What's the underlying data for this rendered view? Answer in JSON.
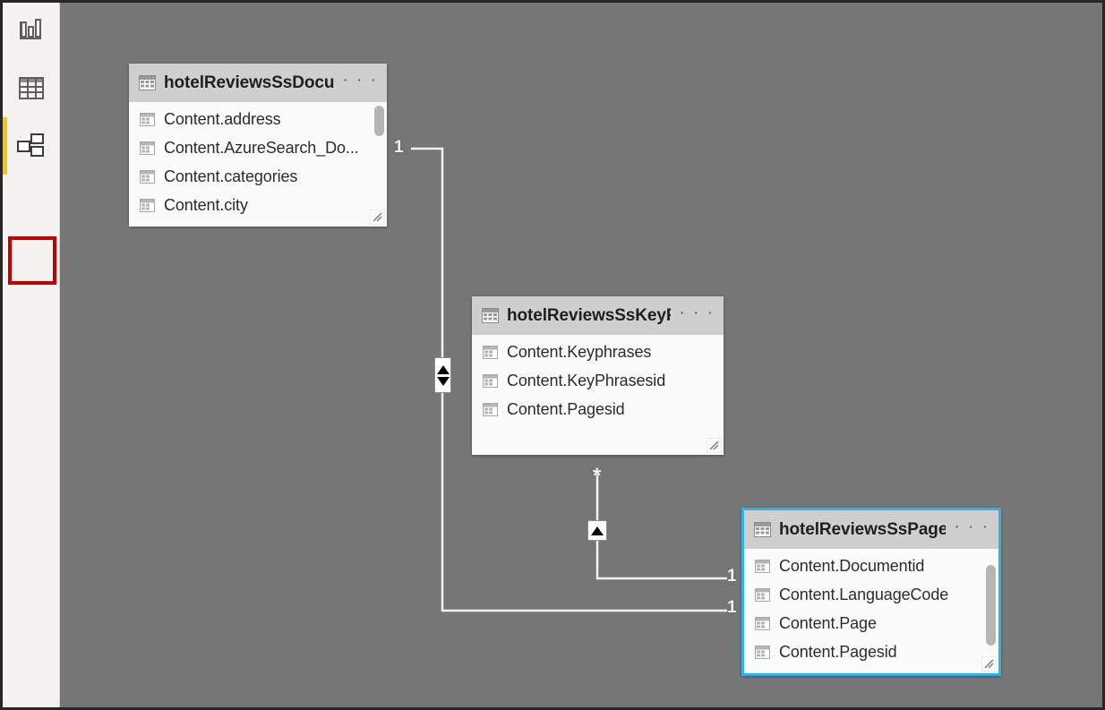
{
  "app": {
    "view": "model-view",
    "canvas_color": "#767676",
    "rail_color": "#f3f2f1",
    "accent_color": "#f2c811",
    "selection_color": "#2fb3e6",
    "annotation_color": "#c00000"
  },
  "view_rail": {
    "items": [
      {
        "name": "report-view",
        "icon": "bar-chart-icon",
        "label": "Report",
        "selected": false
      },
      {
        "name": "data-view",
        "icon": "table-grid-icon",
        "label": "Data",
        "selected": false
      },
      {
        "name": "model-view",
        "icon": "model-relationship-icon",
        "label": "Model",
        "selected": true
      }
    ]
  },
  "tables": [
    {
      "name": "hotelReviewsSsDocuments",
      "title": "hotelReviewsSsDocu...",
      "menu": "· · ·",
      "selected": false,
      "has_scrollbar": true,
      "fields": [
        "Content.address",
        "Content.AzureSearch_Do...",
        "Content.categories",
        "Content.city"
      ]
    },
    {
      "name": "hotelReviewsSsKeyPhrases",
      "title": "hotelReviewsSsKeyP...",
      "menu": "· · ·",
      "selected": false,
      "has_scrollbar": false,
      "fields": [
        "Content.Keyphrases",
        "Content.KeyPhrasesid",
        "Content.Pagesid"
      ]
    },
    {
      "name": "hotelReviewsSsPages",
      "title": "hotelReviewsSsPages",
      "menu": "· · ·",
      "selected": true,
      "has_scrollbar": true,
      "fields": [
        "Content.Documentid",
        "Content.LanguageCode",
        "Content.Page",
        "Content.Pagesid"
      ]
    }
  ],
  "relationships": [
    {
      "name": "documents-to-keyphrases",
      "from_cardinality": "1",
      "to_cardinality": "1",
      "cross_filter": "both",
      "marker": "bidirectional-filter-icon"
    },
    {
      "name": "keyphrases-to-pages",
      "from_cardinality": "*",
      "to_cardinality": "1",
      "cross_filter": "single",
      "marker": "single-filter-icon"
    },
    {
      "name": "documents-to-pages",
      "from_cardinality": "1",
      "to_cardinality": "1",
      "cross_filter": "single",
      "marker": "none"
    }
  ],
  "labels": {
    "one": "1",
    "many": "*"
  }
}
